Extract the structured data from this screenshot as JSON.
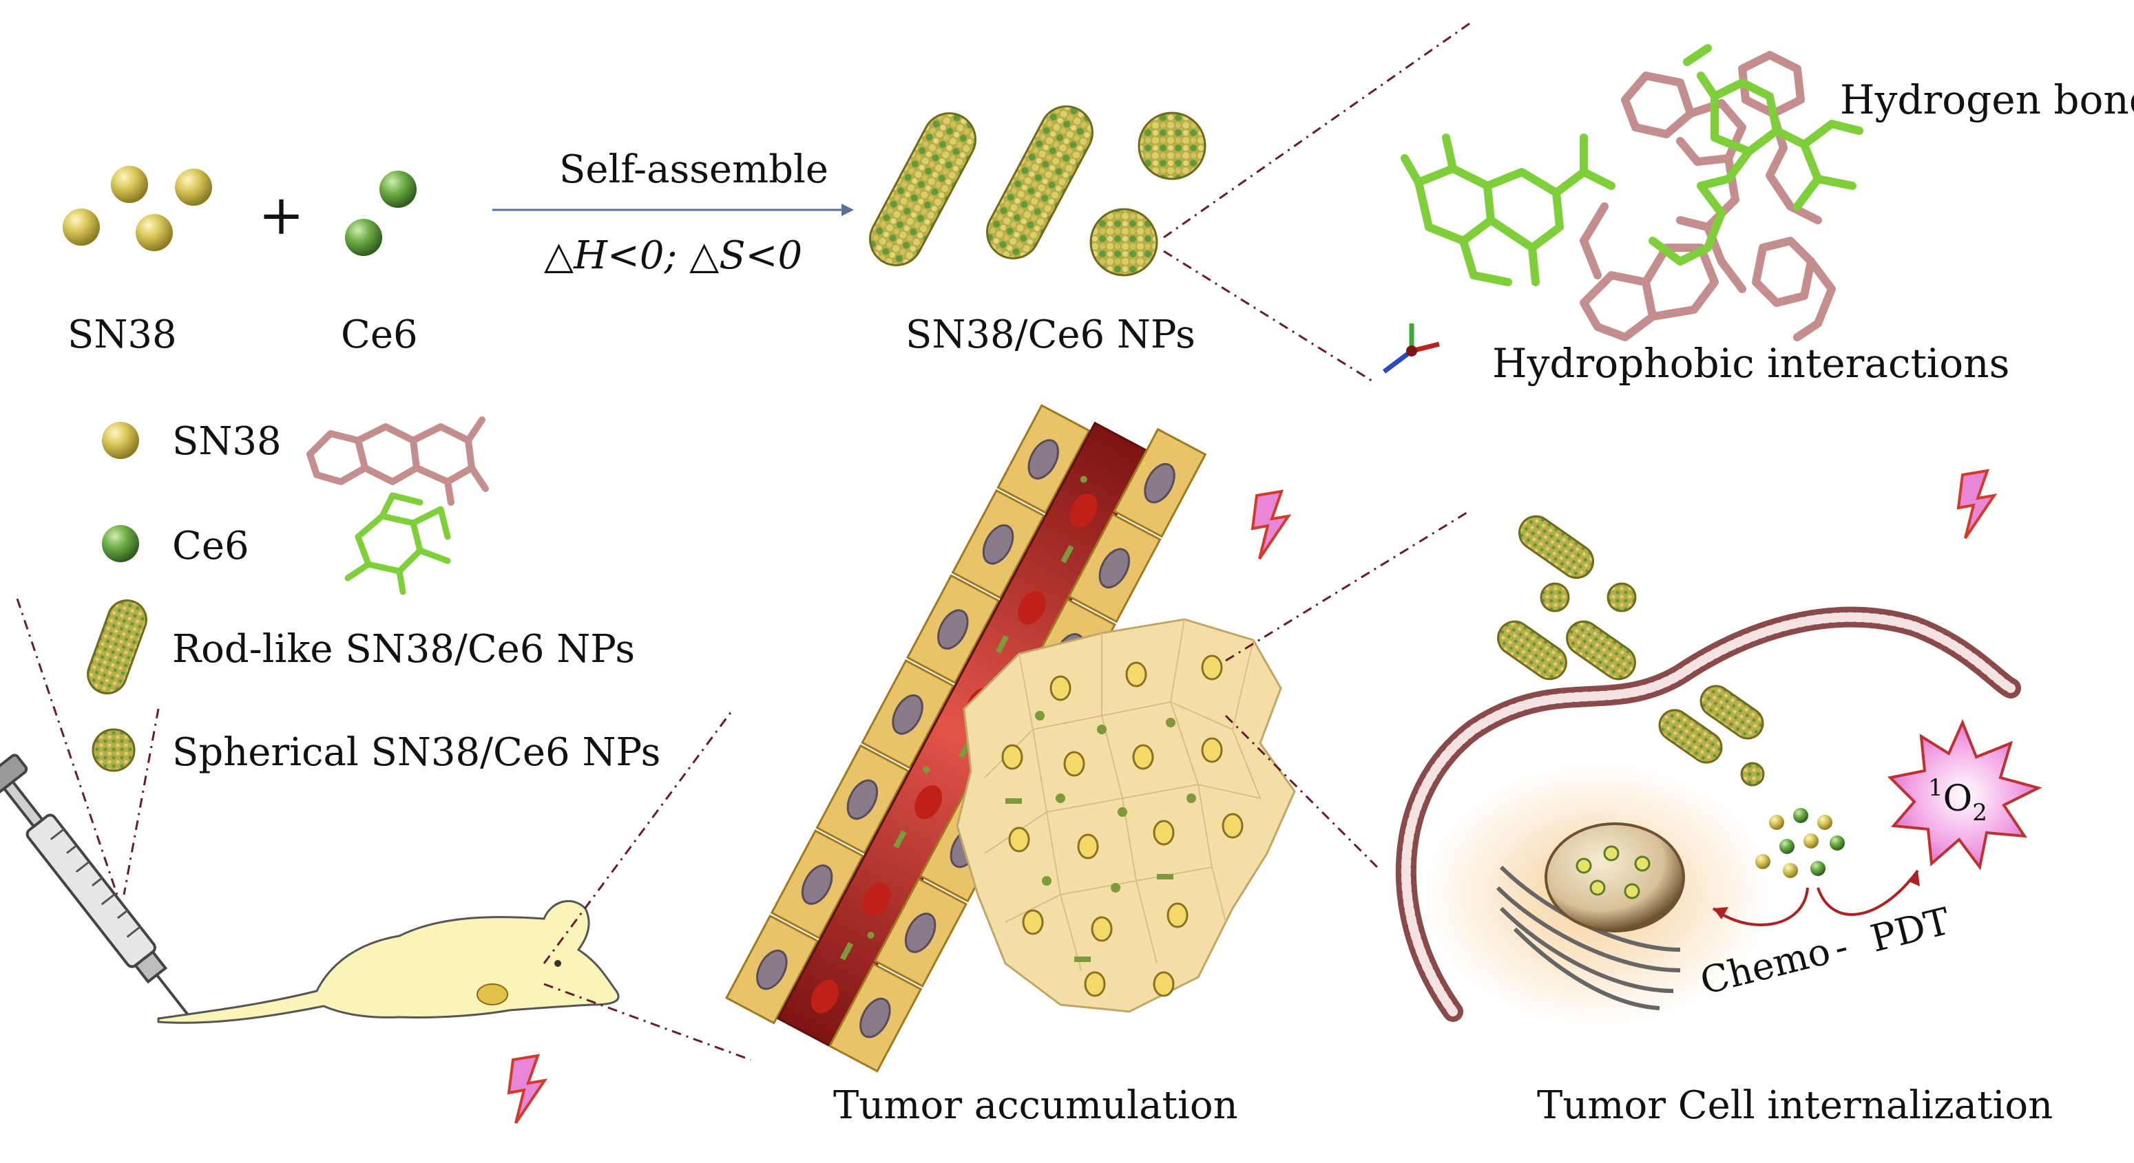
{
  "equation": {
    "sn38_label": "SN38",
    "plus": "+",
    "ce6_label": "Ce6",
    "arrow_top": "Self-assemble",
    "arrow_bottom": "△H<0; △S<0",
    "product_label": "SN38/Ce6 NPs"
  },
  "interactions": {
    "hydrogen": "Hydrogen bonds",
    "hydrophobic": "Hydrophobic interactions"
  },
  "legend": {
    "sn38": "SN38",
    "ce6": "Ce6",
    "rod": "Rod-like SN38/Ce6 NPs",
    "sphere": "Spherical SN38/Ce6 NPs"
  },
  "stages": {
    "accumulation": "Tumor accumulation",
    "internalization": "Tumor Cell internalization"
  },
  "therapy": {
    "chemo": "Chemo",
    "dash": "-",
    "pdt": "PDT",
    "singlet_sup": "1",
    "singlet_base": "O",
    "singlet_sub": "2"
  },
  "colors": {
    "sn38": "#c9b84a",
    "ce6": "#5e9a3e",
    "vessel": "#b8241f",
    "cell": "#f3dfa6",
    "lightning": "#e58ad9",
    "membrane": "#b78989",
    "dashed": "#6b1c2b"
  },
  "icons": {
    "lightning": "lightning-icon",
    "syringe": "syringe-icon",
    "mouse": "mouse-icon",
    "axes": "axes-icon"
  }
}
